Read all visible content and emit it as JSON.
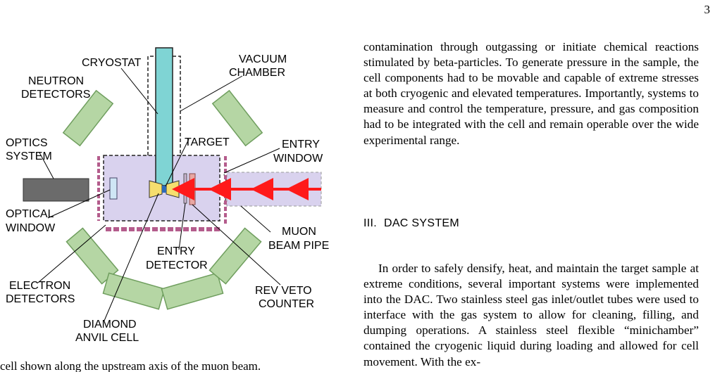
{
  "page_number": "3",
  "figure": {
    "labels": {
      "cryostat": "CRYOSTAT",
      "vacuum_chamber_1": "VACUUM",
      "vacuum_chamber_2": "CHAMBER",
      "neutron_detectors_1": "NEUTRON",
      "neutron_detectors_2": "DETECTORS",
      "optics_system_1": "OPTICS",
      "optics_system_2": "SYSTEM",
      "target": "TARGET",
      "entry_window_1": "ENTRY",
      "entry_window_2": "WINDOW",
      "optical_window_1": "OPTICAL",
      "optical_window_2": "WINDOW",
      "muon_beam_pipe_1": "MUON",
      "muon_beam_pipe_2": "BEAM PIPE",
      "entry_detector_1": "ENTRY",
      "entry_detector_2": "DETECTOR",
      "electron_detectors_1": "ELECTRON",
      "electron_detectors_2": "DETECTORS",
      "rev_veto_counter_1": "REV VETO",
      "rev_veto_counter_2": "COUNTER",
      "diamond_anvil_cell_1": "DIAMOND",
      "diamond_anvil_cell_2": "ANVIL CELL"
    },
    "colors": {
      "cryostat": "#7fd4d4",
      "chamber": "#d9d2ee",
      "detectors": "#b5d6a4",
      "detector_edge": "#6f9e5e",
      "optics": "#6b6b6b",
      "dashed_pink": "#b45c8c",
      "beam": "#ff1a1a",
      "anvil": "#f5de6e"
    }
  },
  "caption_partial": "cell shown along the upstream axis of the muon beam.",
  "text_top": "contamination through outgassing or initiate chemical reactions stimulated by beta-particles. To generate pressure in the sample, the cell components had to be movable and capable of extreme stresses at both cryogenic and elevated temperatures. Importantly, systems to measure and control the temperature, pressure, and gas composition had to be integrated with the cell and remain operable over the wide experimental range.",
  "section": {
    "number": "III.",
    "title": "DAC SYSTEM"
  },
  "text_bottom": "In order to safely densify, heat, and maintain the target sample at extreme conditions, several important systems were implemented into the DAC. Two stainless steel gas inlet/outlet tubes were used to interface with the gas system to allow for cleaning, filling, and dumping operations. A stainless steel flexible “minichamber” contained the cryogenic liquid during loading and allowed for cell movement. With the ex-"
}
